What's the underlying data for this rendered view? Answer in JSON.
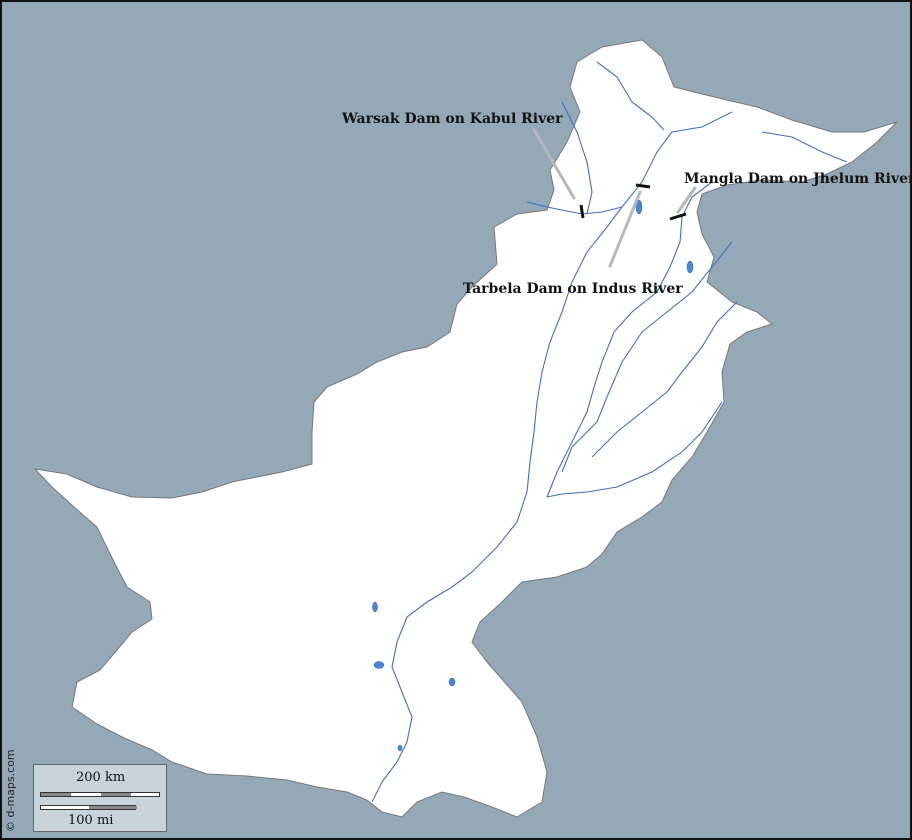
{
  "map": {
    "region": "Pakistan",
    "colors": {
      "ocean": "#94a9b8",
      "land": "#ffffff",
      "river": "#3f6fc4",
      "dam_marker": "#111111",
      "leader_line": "#b8b8b8"
    }
  },
  "labels": {
    "warsak": "Warsak Dam on Kabul River",
    "mangla": "Mangla Dam on Jhelum River",
    "tarbela": "Tarbela Dam on Indus River"
  },
  "scale": {
    "km_label": "200 km",
    "mi_label": "100 mi"
  },
  "credit": "© d-maps.com"
}
